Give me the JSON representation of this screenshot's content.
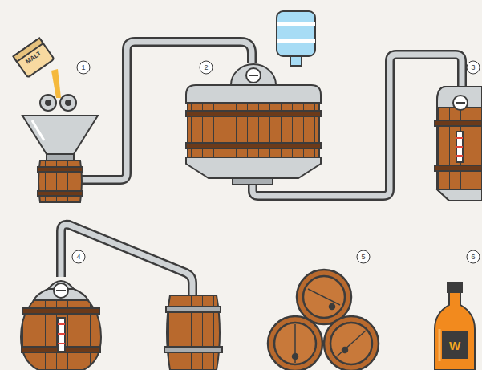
{
  "diagram": {
    "labels": [
      "MALT",
      "1",
      "2",
      "3",
      "4",
      "5",
      "6",
      "W"
    ]
  }
}
